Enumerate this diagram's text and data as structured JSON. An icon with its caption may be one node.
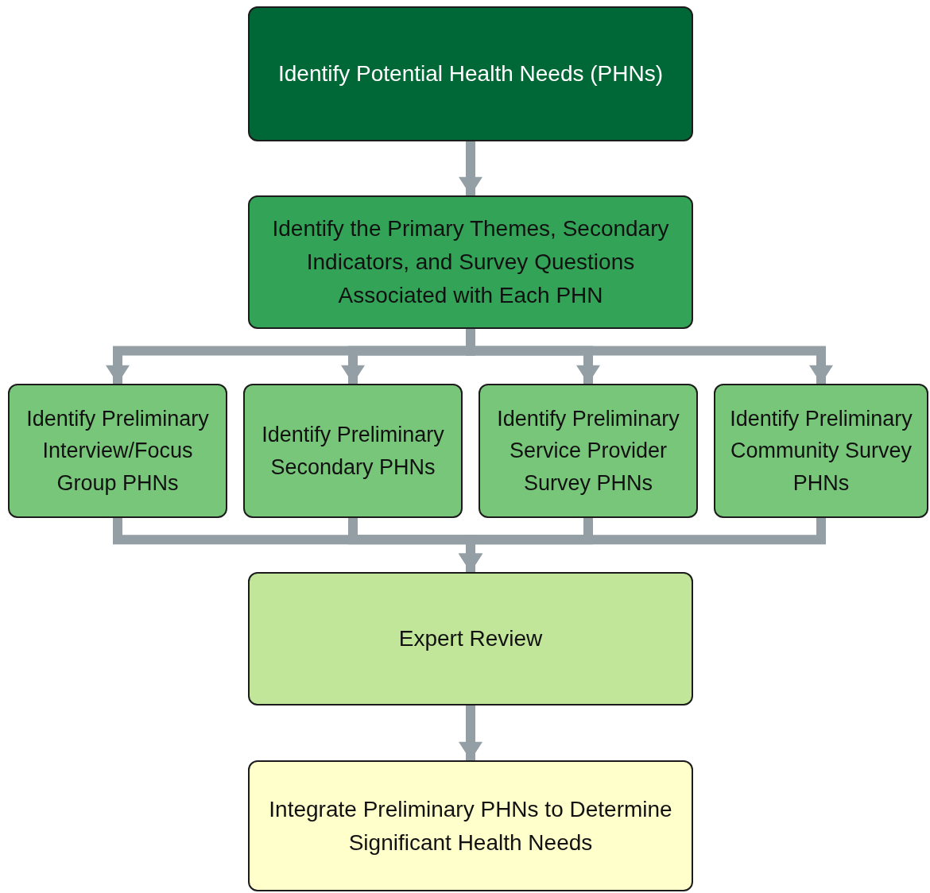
{
  "diagram": {
    "nodes": [
      {
        "text": [
          "Identify Potential Health Needs (PHNs)"
        ]
      },
      {
        "text": [
          "Identify the Primary Themes, Secondary Indicators, and Survey Questions Associated with Each PHN"
        ]
      },
      {
        "text": [
          "Identify Preliminary Interview/Focus Group PHNs"
        ]
      },
      {
        "text": [
          "Identify Preliminary Secondary PHNs"
        ]
      },
      {
        "text": [
          "Identify Preliminary Service Provider Survey PHNs"
        ]
      },
      {
        "text": [
          "Identify Preliminary Community Survey PHNs"
        ]
      },
      {
        "text": [
          "Expert Review"
        ]
      },
      {
        "text": [
          "Integrate Preliminary PHNs to Determine Significant Health Needs"
        ]
      }
    ],
    "edges": [
      {
        "from": 0,
        "to": 1,
        "arrow": "to"
      },
      {
        "from": 1,
        "to": 2,
        "arrow": "to"
      },
      {
        "from": 1,
        "to": 3,
        "arrow": "to"
      },
      {
        "from": 1,
        "to": 4,
        "arrow": "to"
      },
      {
        "from": 1,
        "to": 5,
        "arrow": "to"
      },
      {
        "from": 2,
        "to": 6,
        "arrow": "to"
      },
      {
        "from": 3,
        "to": 6,
        "arrow": "to"
      },
      {
        "from": 4,
        "to": 6,
        "arrow": "to"
      },
      {
        "from": 5,
        "to": 6,
        "arrow": "to"
      },
      {
        "from": 6,
        "to": 7,
        "arrow": "to"
      }
    ]
  }
}
